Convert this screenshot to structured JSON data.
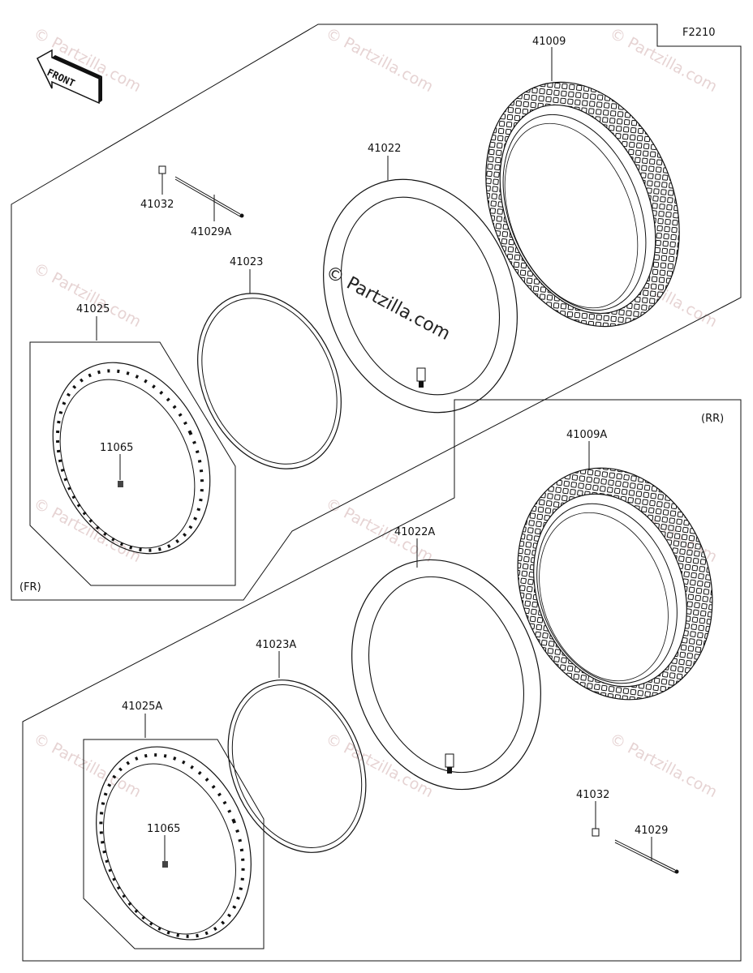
{
  "figure_code": "F2210",
  "front_label": "FRONT",
  "section_front": "(FR)",
  "section_rear": "(RR)",
  "watermark_main": "© Partzilla.com",
  "watermark_repeat": "© Partzilla.com",
  "parts": {
    "tire_front": "41009",
    "tube_front": "41022",
    "rim_band_front": "41023",
    "rim_front": "41025",
    "nipple_front": "41032",
    "spoke_front": "41029A",
    "valve_cap_front": "11065",
    "tire_rear": "41009A",
    "tube_rear": "41022A",
    "rim_band_rear": "41023A",
    "rim_rear": "41025A",
    "valve_cap_rear": "11065",
    "nipple_rear": "41032",
    "spoke_rear": "41029"
  },
  "colors": {
    "line": "#111111",
    "watermark": "#c9a0a0"
  }
}
